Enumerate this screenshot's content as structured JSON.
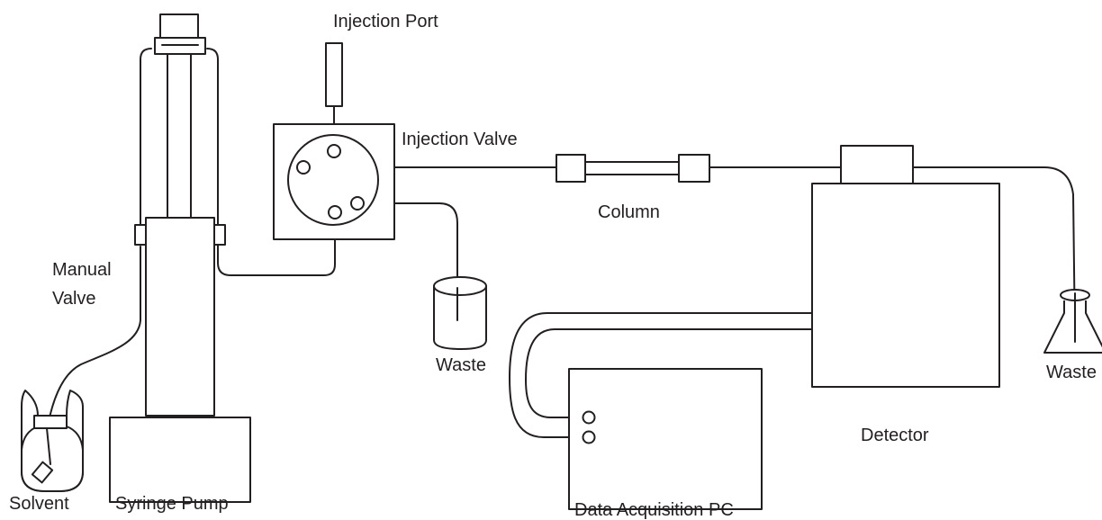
{
  "labels": {
    "injection_port": "Injection Port",
    "injection_valve": "Injection Valve",
    "column": "Column",
    "manual_valve_line1": "Manual",
    "manual_valve_line2": "Valve",
    "waste_cup": "Waste",
    "waste_flask": "Waste",
    "detector": "Detector",
    "solvent": "Solvent",
    "syringe_pump": "Syringe Pump",
    "data_pc": "Data Acquisition PC"
  },
  "colors": {
    "stroke": "#231f20",
    "background": "#ffffff"
  }
}
